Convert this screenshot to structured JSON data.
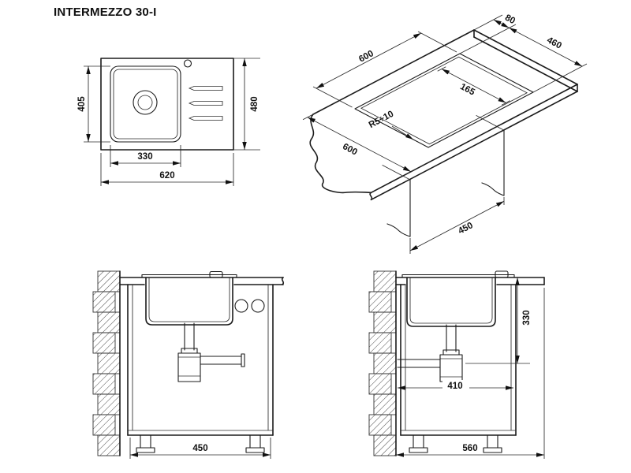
{
  "title": "INTERMEZZO 30-I",
  "plan_view": {
    "bowl_depth": "405",
    "overall_depth": "480",
    "bowl_width": "330",
    "overall_width": "620"
  },
  "cutout_view": {
    "edge_offset": "80",
    "cutout_width": "460",
    "cutout_length": "600",
    "drain_offset": "165",
    "corner_radius": "R5÷10",
    "worktop_depth": "600",
    "cabinet_width": "450"
  },
  "front_section": {
    "cabinet_width": "450"
  },
  "side_section": {
    "outlet_height": "330",
    "inner_depth": "410",
    "overall_depth": "560"
  }
}
